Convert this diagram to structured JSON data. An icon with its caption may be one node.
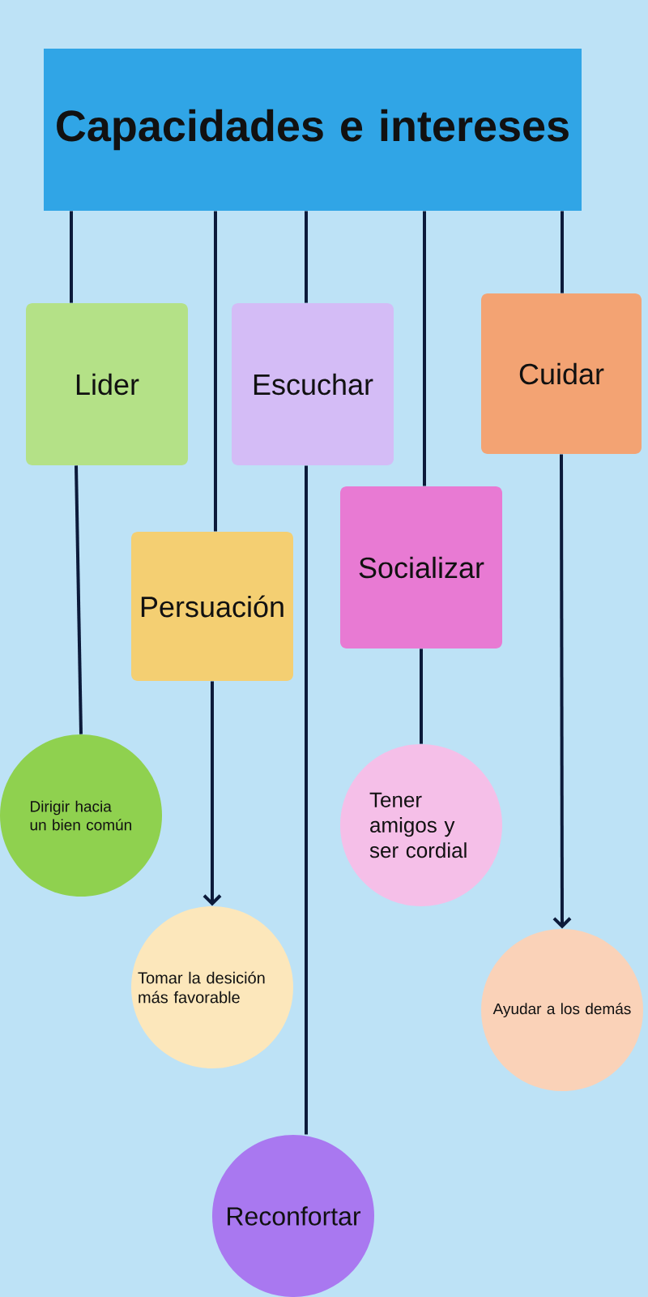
{
  "diagram": {
    "nodes": [
      {
        "text": [
          "Capacidades e intereses"
        ]
      },
      {
        "text": [
          "Lider"
        ]
      },
      {
        "text": [
          "Escuchar"
        ]
      },
      {
        "text": [
          "Cuidar"
        ]
      },
      {
        "text": [
          "Persuación"
        ]
      },
      {
        "text": [
          "Socializar"
        ]
      },
      {
        "text": [
          "Dirigir hacia un bien común"
        ]
      },
      {
        "text": [
          "Tener amigos y ser cordial"
        ]
      },
      {
        "text": [
          "Tomar la desición más favorable"
        ]
      },
      {
        "text": [
          "Ayudar a los demás"
        ]
      },
      {
        "text": [
          "Reconfortar"
        ]
      }
    ],
    "edges": [
      {
        "from": 0,
        "to": 1,
        "arrow": "none"
      },
      {
        "from": 0,
        "to": 4,
        "arrow": "none"
      },
      {
        "from": 0,
        "to": 2,
        "arrow": "none"
      },
      {
        "from": 0,
        "to": 5,
        "arrow": "none"
      },
      {
        "from": 0,
        "to": 3,
        "arrow": "none"
      },
      {
        "from": 1,
        "to": 6,
        "arrow": "none"
      },
      {
        "from": 4,
        "to": 8,
        "arrow": "to"
      },
      {
        "from": 2,
        "to": 10,
        "arrow": "none"
      },
      {
        "from": 5,
        "to": 7,
        "arrow": "none"
      },
      {
        "from": 3,
        "to": 9,
        "arrow": "to"
      }
    ]
  }
}
